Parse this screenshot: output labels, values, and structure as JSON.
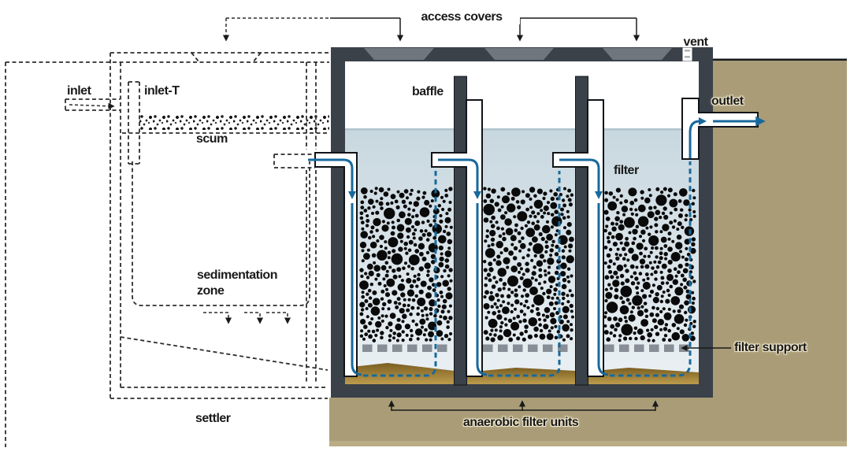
{
  "labels": {
    "access_covers": "access covers",
    "vent": "vent",
    "inlet": "inlet",
    "inlet_t": "inlet-T",
    "scum": "scum",
    "baffle": "baffle",
    "outlet": "outlet",
    "filter": "filter",
    "sedimentation_line1": "sedimentation",
    "sedimentation_line2": "zone",
    "filter_support": "filter support",
    "settler": "settler",
    "anaerobic_filter_units": "anaerobic filter units"
  },
  "colors": {
    "wall": "#3a4149",
    "cover": "#70767d",
    "soil": "#a99c77",
    "soil_fade": "#c3b78f",
    "water_top": "#c8d7df",
    "water_bottom": "#eaf0f3",
    "waterline": "#b2c3cd",
    "flow": "#17699c",
    "sludge_top": "#7a5e22",
    "sludge_bottom": "#bd9c4c",
    "media": "#0a0a0a",
    "support": "#878e95",
    "halo": "#efe7cc",
    "ink": "#1a1a1a"
  }
}
